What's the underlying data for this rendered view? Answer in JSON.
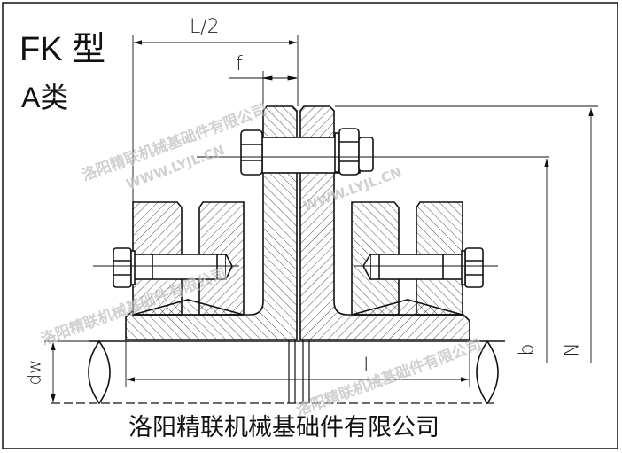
{
  "title": {
    "type": "FK 型",
    "class": "A类"
  },
  "dimensions": {
    "half_length": "L/2",
    "f": "f",
    "length": "L",
    "b": "b",
    "N": "N",
    "shaft_diameter": "dw"
  },
  "company": "洛阳精联机械基础件有限公司",
  "watermark": {
    "company": "洛阳精联机械基础件有限公司",
    "url": "WWW.LYJL.CN"
  }
}
